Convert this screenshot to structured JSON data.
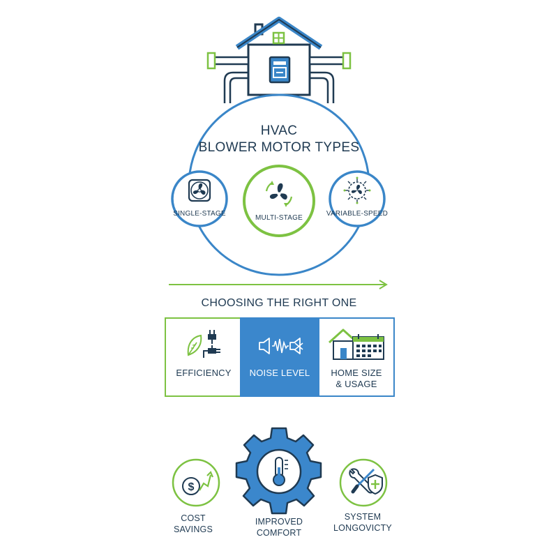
{
  "title": {
    "line1": "HVAC",
    "line2": "BLOWER MOTOR TYPES"
  },
  "motors": [
    {
      "label": "SINGLE-STAGE",
      "icon": "fan-icon"
    },
    {
      "label": "MULTI-STAGE",
      "icon": "fan-cycle-icon"
    },
    {
      "label": "VARIABLE-SPEED",
      "icon": "fan-circuit-icon"
    }
  ],
  "section_title": "CHOOSING THE RIGHT ONE",
  "factors": [
    {
      "label": "EFFICIENCY",
      "icon": "leaf-plug-icon"
    },
    {
      "label": "NOISE LEVEL",
      "icon": "sound-wave-icon"
    },
    {
      "label_line1": "HOME SIZE",
      "label_line2": "& USAGE",
      "icon": "house-calendar-icon"
    }
  ],
  "benefits": [
    {
      "label_line1": "COST",
      "label_line2": "SAVINGS",
      "icon": "dollar-growth-icon"
    },
    {
      "label_line1": "IMPROVED",
      "label_line2": "COMFORT",
      "icon": "gear-thermometer-icon"
    },
    {
      "label_line1": "SYSTEM",
      "label_line2": "LONGOVICTY",
      "icon": "tools-shield-icon"
    }
  ],
  "colors": {
    "navy": "#1f3a52",
    "blue": "#3a86c8",
    "green": "#7dc242",
    "highlight": "#3b87cc"
  }
}
